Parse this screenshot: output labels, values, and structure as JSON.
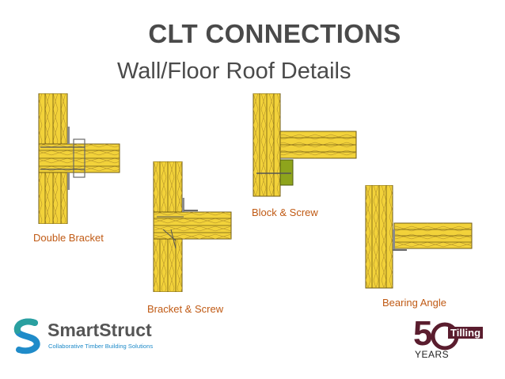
{
  "title": "CLT CONNECTIONS",
  "subtitle": "Wall/Floor Roof Details",
  "details": [
    {
      "caption": "Double Bracket"
    },
    {
      "caption": "Bracket & Screw"
    },
    {
      "caption": "Block & Screw"
    },
    {
      "caption": "Bearing Angle"
    }
  ],
  "logos": {
    "smartstruct": {
      "name": "SmartStruct",
      "tagline": "Collaborative Timber Building Solutions"
    },
    "tilling": {
      "mark": "5",
      "name": "Tilling",
      "years": "YEARS"
    }
  },
  "colors": {
    "timber": "#f2d23a",
    "timber_dark": "#c9a41e",
    "grain": "#a38a1e",
    "caption": "#c05a14",
    "title": "#4a4a4a",
    "block": "#8ea41c"
  }
}
